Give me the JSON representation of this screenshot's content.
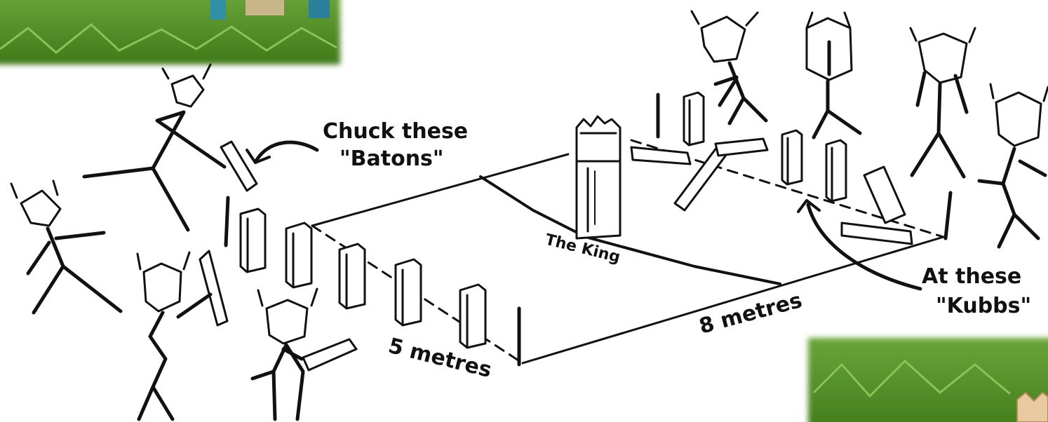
{
  "labels": {
    "batons_line1": "Chuck these",
    "batons_line2": "\"Batons\"",
    "kubbs_line1": "At these",
    "kubbs_line2": "\"Kubbs\"",
    "king": "The King",
    "width": "5 metres",
    "length": "8 metres"
  },
  "colors": {
    "ink": "#111111",
    "grass": "#4c8a1e",
    "paper": "#ffffff"
  },
  "icons": {
    "king_block": "king-icon",
    "kubb_block": "kubb-icon",
    "baton": "baton-icon",
    "viking": "viking-figure-icon"
  }
}
